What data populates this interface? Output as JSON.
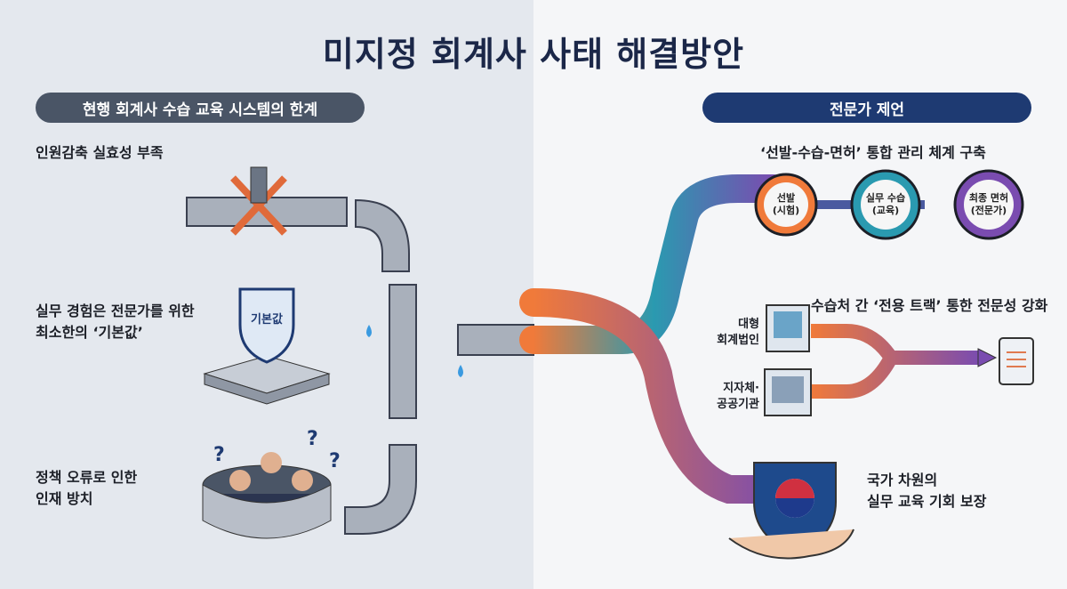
{
  "title": "미지정 회계사 사태 해결방안",
  "left": {
    "header": "현행 회계사 수습 교육 시스템의 한계",
    "items": [
      "인원감축 실효성 부족",
      "실무 경험은 전문가를 위한\n최소한의 ‘기본값’",
      "정책 오류로 인한\n인재 방치"
    ],
    "badge": "기본값"
  },
  "right": {
    "header": "전문가 제언",
    "sections": [
      {
        "title": "‘선발-수습-면허’ 통합 관리 체계 구축",
        "nodes": [
          "선발\n(시험)",
          "실무 수습\n(교육)",
          "최종 면허\n(전문가)"
        ]
      },
      {
        "title": "수습처 간 ‘전용 트랙’ 통한 전문성 강화",
        "sources": [
          "대형\n회계법인",
          "지자체·\n공공기관"
        ]
      },
      {
        "title": "국가 차원의\n실무 교육 기회 보장"
      }
    ]
  },
  "colors": {
    "navy": "#1b2748",
    "left_pill": "#4a5566",
    "right_pill": "#1e3a72",
    "orange": "#f07a3a",
    "teal": "#2a9ab0",
    "purple": "#7a4cb0"
  }
}
